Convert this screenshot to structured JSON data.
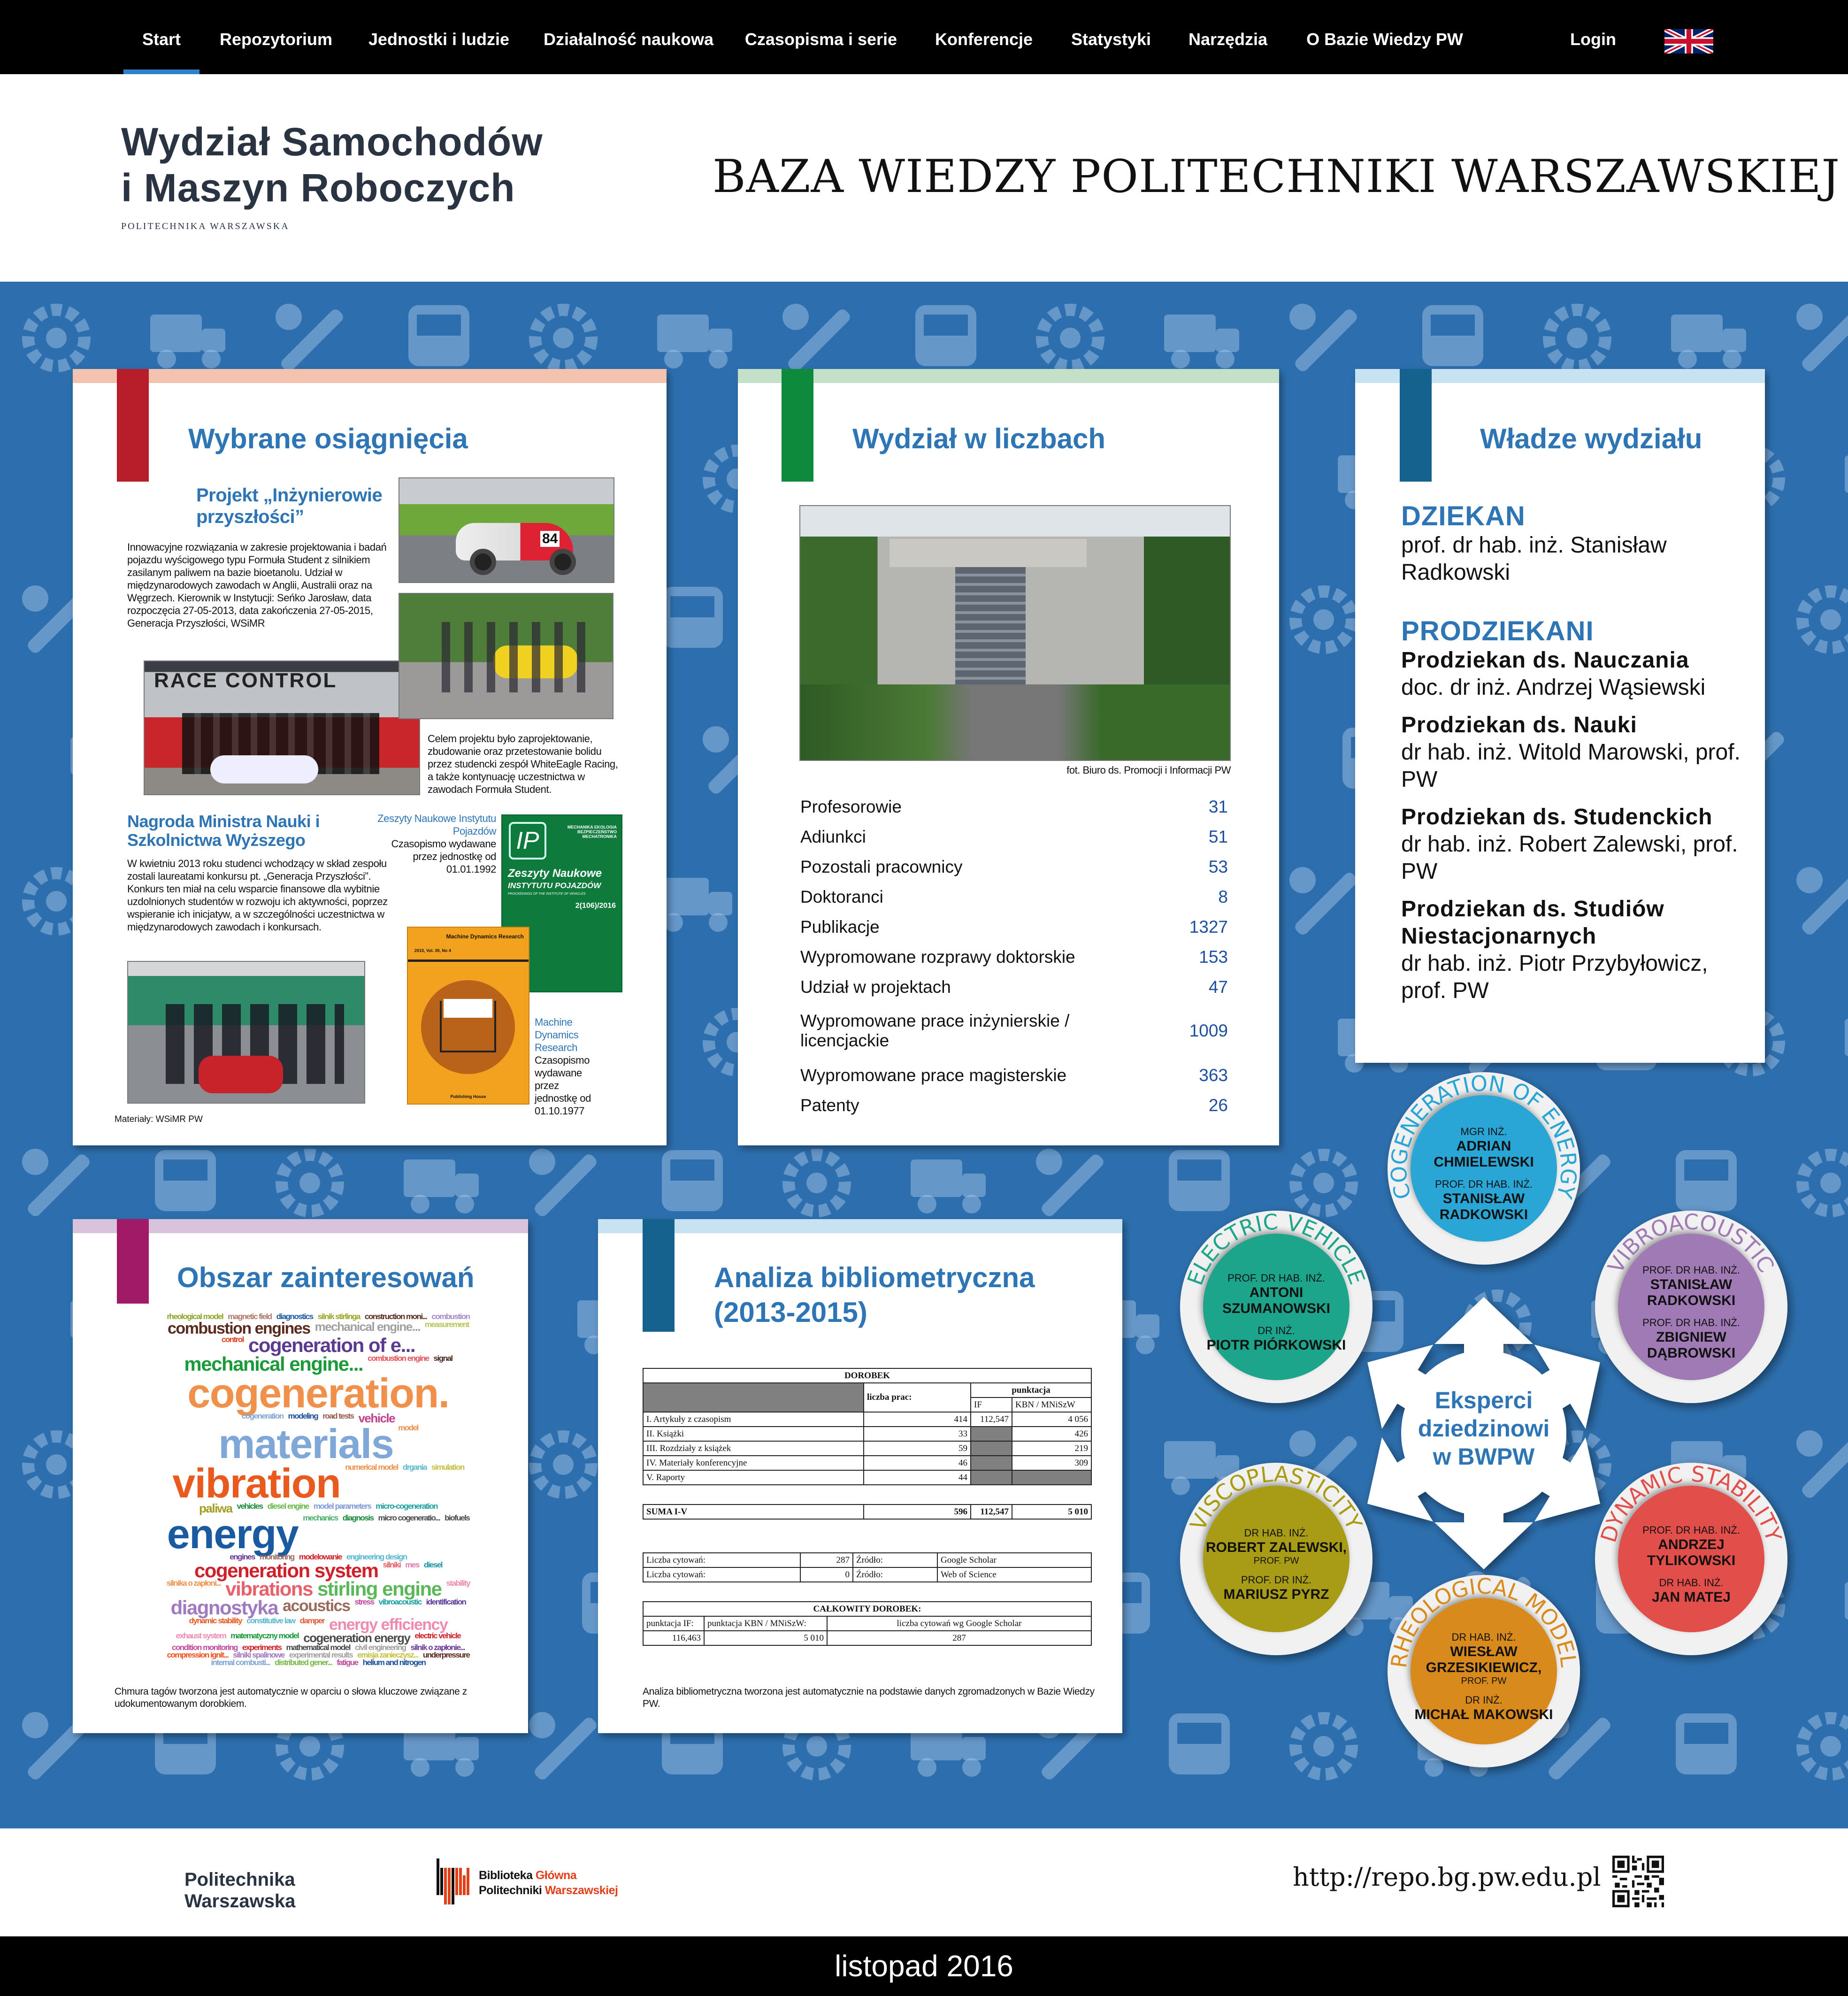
{
  "nav": {
    "items": [
      "Start",
      "Repozytorium",
      "Jednostki i ludzie",
      "Działalność naukowa",
      "Czasopisma i serie",
      "Konferencje",
      "Statystyki",
      "Narzędzia",
      "O Bazie Wiedzy PW",
      "Login"
    ],
    "active": "Start",
    "language_icon": "uk-flag-icon"
  },
  "header": {
    "logo_line1": "Wydział Samochodów",
    "logo_line2": "i Maszyn Roboczych",
    "logo_sub": "POLITECHNIKA WARSZAWSKA",
    "title": "BAZA WIEDZY POLITECHNIKI WARSZAWSKIEJ"
  },
  "achievements": {
    "title": "Wybrane osiągnięcia",
    "project_title": "Projekt „Inżynierowie przyszłości”",
    "project_text": "Innowacyjne rozwiązania w zakresie projektowania i badań pojazdu wyścigowego typu Formuła Student z silnikiem zasilanym paliwem na bazie bioetanolu. Udział w międzynarodowych zawodach w Anglii, Australii oraz na Węgrzech. Kierownik w Instytucji: Seńko Jarosław, data rozpoczęcia 27-05-2013, data zakończenia 27-05-2015, Generacja Przyszłości, WSiMR",
    "project_goal": "Celem projektu było zaprojektowanie, zbudowanie oraz przetestowanie bolidu przez studencki zespół WhiteEagle Racing, a także kontynuację uczestnictwa w zawodach Formuła Student.",
    "photo_sign": "RACE CONTROL",
    "car_number": "84",
    "award_title": "Nagroda Ministra Nauki i Szkolnictwa Wyższego",
    "award_text": "W kwietniu 2013 roku studenci wchodzący w skład zespołu zostali laureatami konkursu pt. „Generacja Przyszłości”. Konkurs ten miał na celu wsparcie finansowe dla wybitnie uzdolnionych studentów w rozwoju ich aktywności, poprzez wspieranie ich inicjatyw, a w szczególności uczestnictwa w międzynarodowych zawodach i konkursach.",
    "journal1_name": "Zeszyty Naukowe Instytutu Pojazdów",
    "journal1_text": "Czasopismo wydawane przez jednostkę od 01.01.1992",
    "journal1_cover": {
      "topics": "MECHANIKA EKOLOGIA BEZPIECZEŃSTWO MECHATRONIKA",
      "title": "Zeszyty Naukowe",
      "subtitle": "INSTYTUTU POJAZDÓW",
      "proceedings": "PROCEEDINGS OF THE INSTITUTE OF VEHICLES",
      "issue": "2(106)/2016"
    },
    "journal2_name": "Machine Dynamics Research",
    "journal2_text": "Czasopismo wydawane przez jednostkę od 01.10.1977",
    "journal2_cover": {
      "title": "Machine Dynamics Research",
      "issue": "2015, Vol. 39, No 4",
      "publisher": "Publishing House"
    },
    "credits": "Materiały: WSiMR PW",
    "color": "#b81d2a"
  },
  "stats": {
    "title": "Wydział w liczbach",
    "photo_caption": "fot. Biuro ds. Promocji i Informacji PW",
    "rows": [
      {
        "label": "Profesorowie",
        "value": "31"
      },
      {
        "label": "Adiunkci",
        "value": "51"
      },
      {
        "label": "Pozostali pracownicy",
        "value": "53"
      },
      {
        "label": "Doktoranci",
        "value": "8"
      },
      {
        "label": "Publikacje",
        "value": "1327"
      },
      {
        "label": "Wypromowane rozprawy doktorskie",
        "value": "153"
      },
      {
        "label": "Udział w projektach",
        "value": "47"
      },
      {
        "label": "Wypromowane prace inżynierskie / licencjackie",
        "value": "1009"
      },
      {
        "label": "Wypromowane prace magisterskie",
        "value": "363"
      },
      {
        "label": "Patenty",
        "value": "26"
      }
    ],
    "color": "#0e8a3c"
  },
  "authorities": {
    "title": "Władze wydziału",
    "dean_heading": "DZIEKAN",
    "dean_name": "prof. dr hab. inż. Stanisław Radkowski",
    "vice_heading": "PRODZIEKANI",
    "vice": [
      {
        "role": "Prodziekan ds. Nauczania",
        "name": "doc. dr inż. Andrzej Wąsiewski"
      },
      {
        "role": "Prodziekan ds. Nauki",
        "name": "dr hab. inż. Witold Marowski, prof. PW"
      },
      {
        "role": "Prodziekan ds. Studenckich",
        "name": "dr hab. inż. Robert Zalewski, prof. PW"
      },
      {
        "role": "Prodziekan ds. Studiów Niestacjonarnych",
        "name": "dr hab. inż. Piotr Przybyłowicz, prof. PW"
      }
    ],
    "color": "#15628f"
  },
  "interests": {
    "title": "Obszar zainteresowań",
    "caption": "Chmura tagów tworzona jest automatycznie w oparciu o słowa kluczowe związane z udokumentowanym dorobkiem.",
    "color": "#a01a68",
    "tags": [
      {
        "t": "rheological model",
        "c": "#8fa62a",
        "w": 2
      },
      {
        "t": "magnetic field",
        "c": "#b07a6a",
        "w": 2
      },
      {
        "t": "diagnostics",
        "c": "#1f5aa0",
        "w": 2
      },
      {
        "t": "silnik stirlinga",
        "c": "#9aa62a",
        "w": 2
      },
      {
        "t": "construction moni...",
        "c": "#5a2a1e",
        "w": 2
      },
      {
        "t": "combustion",
        "c": "#a78bc4",
        "w": 2
      },
      {
        "t": "combustion engines",
        "c": "#5a2a1e",
        "w": 4
      },
      {
        "t": "mechanical engine...",
        "c": "#a0a0a0",
        "w": 3
      },
      {
        "t": "measurement",
        "c": "#b8c65a",
        "w": 2
      },
      {
        "t": "control",
        "c": "#e0401e",
        "w": 2
      },
      {
        "t": "cogeneration of e...",
        "c": "#5b3a8f",
        "w": 5
      },
      {
        "t": "mechanical engine...",
        "c": "#1a9a3a",
        "w": 5
      },
      {
        "t": "combustion engine",
        "c": "#e8505a",
        "w": 2
      },
      {
        "t": "signal",
        "c": "#4a2a20",
        "w": 2
      },
      {
        "t": "cogeneration.",
        "c": "#f0904a",
        "w": 10
      },
      {
        "t": "cogeneration",
        "c": "#7fa6d4",
        "w": 2
      },
      {
        "t": "modeling",
        "c": "#1f4f9a",
        "w": 2
      },
      {
        "t": "road tests",
        "c": "#9a5a4a",
        "w": 2
      },
      {
        "t": "vehicle",
        "c": "#c0408a",
        "w": 3
      },
      {
        "t": "materials",
        "c": "#7fa8d8",
        "w": 10
      },
      {
        "t": "model",
        "c": "#f0904a",
        "w": 2
      },
      {
        "t": "vibration",
        "c": "#e85a1e",
        "w": 10
      },
      {
        "t": "numerical model",
        "c": "#f0904a",
        "w": 2
      },
      {
        "t": "drgania",
        "c": "#5ab8d0",
        "w": 2
      },
      {
        "t": "simulation",
        "c": "#c8c040",
        "w": 2
      },
      {
        "t": "paliwa",
        "c": "#a0a020",
        "w": 3
      },
      {
        "t": "vehicles",
        "c": "#1a8a3a",
        "w": 2
      },
      {
        "t": "diesel engine",
        "c": "#6ab84a",
        "w": 2
      },
      {
        "t": "model parameters",
        "c": "#7f9ad8",
        "w": 2
      },
      {
        "t": "micro-cogeneration",
        "c": "#1aa0a0",
        "w": 2
      },
      {
        "t": "energy",
        "c": "#1a5aa0",
        "w": 10
      },
      {
        "t": "mechanics",
        "c": "#4ab06a",
        "w": 2
      },
      {
        "t": "diagnosis",
        "c": "#1a8a3a",
        "w": 2
      },
      {
        "t": "micro cogeneratio...",
        "c": "#4a4a4a",
        "w": 2
      },
      {
        "t": "biofuels",
        "c": "#4a4a4a",
        "w": 2
      },
      {
        "t": "engines",
        "c": "#6a3a9a",
        "w": 2
      },
      {
        "t": "monitoring",
        "c": "#9a6a5a",
        "w": 2
      },
      {
        "t": "modelowanie",
        "c": "#d0202a",
        "w": 2
      },
      {
        "t": "engineering design",
        "c": "#5ab8d0",
        "w": 2
      },
      {
        "t": "cogeneration system",
        "c": "#d0202a",
        "w": 5
      },
      {
        "t": "silniki",
        "c": "#e85a6a",
        "w": 2
      },
      {
        "t": "mes",
        "c": "#e07ab0",
        "w": 2
      },
      {
        "t": "diesel",
        "c": "#1a9aa0",
        "w": 2
      },
      {
        "t": "silnika o zapłoni...",
        "c": "#f0904a",
        "w": 2
      },
      {
        "t": "vibrations",
        "c": "#e8606a",
        "w": 5
      },
      {
        "t": "stirling engine",
        "c": "#5ab85a",
        "w": 5
      },
      {
        "t": "stability",
        "c": "#f08ab0",
        "w": 2
      },
      {
        "t": "diagnostyka",
        "c": "#a07ac0",
        "w": 5
      },
      {
        "t": "acoustics",
        "c": "#9a6a5a",
        "w": 4
      },
      {
        "t": "stress",
        "c": "#c04aa0",
        "w": 2
      },
      {
        "t": "vibroacoustic",
        "c": "#1aa0a0",
        "w": 2
      },
      {
        "t": "identification",
        "c": "#5a3a9a",
        "w": 2
      },
      {
        "t": "dynamic stability",
        "c": "#e85a1e",
        "w": 2
      },
      {
        "t": "constitutive law",
        "c": "#5ab8d0",
        "w": 2
      },
      {
        "t": "damper",
        "c": "#e05a3a",
        "w": 2
      },
      {
        "t": "energy efficiency",
        "c": "#f08ab0",
        "w": 4
      },
      {
        "t": "exhaust system",
        "c": "#f08ab0",
        "w": 2
      },
      {
        "t": "matematyczny model",
        "c": "#1a9a3a",
        "w": 2
      },
      {
        "t": "cogeneration energy",
        "c": "#4a4a4a",
        "w": 3
      },
      {
        "t": "electric vehicle",
        "c": "#d0202a",
        "w": 2
      },
      {
        "t": "condition monitoring",
        "c": "#c04aa0",
        "w": 2
      },
      {
        "t": "experiments",
        "c": "#d0202a",
        "w": 2
      },
      {
        "t": "mathematical model",
        "c": "#4a4a4a",
        "w": 2
      },
      {
        "t": "civil engineering",
        "c": "#a0a0a0",
        "w": 2
      },
      {
        "t": "silnik o zapłonie...",
        "c": "#6a3a9a",
        "w": 2
      },
      {
        "t": "compression ignit...",
        "c": "#f0501e",
        "w": 2
      },
      {
        "t": "silniki spalinowe",
        "c": "#a07ac0",
        "w": 2
      },
      {
        "t": "experimental results",
        "c": "#a0a0a0",
        "w": 2
      },
      {
        "t": "emisja zanieczysz...",
        "c": "#c8c040",
        "w": 2
      },
      {
        "t": "underpressure",
        "c": "#5a2a1e",
        "w": 2
      },
      {
        "t": "internal combusti...",
        "c": "#7fa6d4",
        "w": 2
      },
      {
        "t": "distributed gener...",
        "c": "#7ab84a",
        "w": 2
      },
      {
        "t": "fatigue",
        "c": "#c04aa0",
        "w": 2
      },
      {
        "t": "helium and nitrogen",
        "c": "#1a4f9a",
        "w": 2
      }
    ]
  },
  "bibliometrics": {
    "title_line1": "Analiza bibliometryczna",
    "title_line2": "(2013-2015)",
    "caption": "Analiza bibliometryczna tworzona jest automatycznie na podstawie danych zgromadzonych w Bazie Wiedzy PW.",
    "color": "#15628f",
    "dorobek": {
      "heading": "DOROBEK",
      "col_count": "liczba prac:",
      "col_points": "punktacja",
      "col_if": "IF",
      "col_kbn": "KBN / MNiSzW",
      "rows": [
        {
          "label": "I. Artykuły z czasopism",
          "count": "414",
          "if": "112,547",
          "kbn": "4 056"
        },
        {
          "label": "II. Książki",
          "count": "33",
          "if": null,
          "kbn": "426"
        },
        {
          "label": "III. Rozdziały z książek",
          "count": "59",
          "if": null,
          "kbn": "219"
        },
        {
          "label": "IV. Materiały konferencyjne",
          "count": "46",
          "if": null,
          "kbn": "309"
        },
        {
          "label": "V. Raporty",
          "count": "44",
          "if": null,
          "kbn": null
        }
      ],
      "sum": {
        "label": "SUMA I-V",
        "count": "596",
        "if": "112,547",
        "kbn": "5 010"
      }
    },
    "citations": [
      {
        "label": "Liczba cytowań:",
        "value": "287",
        "source_label": "Źródło:",
        "source": "Google Scholar"
      },
      {
        "label": "Liczba cytowań:",
        "value": "0",
        "source_label": "Źródło:",
        "source": "Web of Science"
      }
    ],
    "total": {
      "heading": "CAŁKOWITY DOROBEK:",
      "col_if": "punktacja IF:",
      "col_kbn": "punktacja KBN / MNiSzW:",
      "col_cit": "liczba cytowań wg Google Scholar",
      "if": "116,463",
      "kbn": "5 010",
      "cit": "287"
    }
  },
  "experts": {
    "center": [
      "Eksperci",
      "dziedzinowi",
      "w BWPW"
    ],
    "areas": [
      {
        "label": "COGENERATION OF ENERGY",
        "color": "#2aa6d6",
        "people": [
          {
            "title": "MGR INŻ.",
            "name": "ADRIAN CHMIELEWSKI"
          },
          {
            "title": "PROF. DR HAB. INŻ.",
            "name": "STANISŁAW RADKOWSKI"
          }
        ]
      },
      {
        "label": "ELECTRIC VEHICLE",
        "color": "#1fa58a",
        "people": [
          {
            "title": "PROF. DR HAB. INŻ.",
            "name": "ANTONI SZUMANOWSKI"
          },
          {
            "title": "DR INŻ.",
            "name": "PIOTR PIÓRKOWSKI"
          }
        ]
      },
      {
        "label": "VIBROACOUSTIC",
        "color": "#a07ab4",
        "people": [
          {
            "title": "PROF. DR HAB. INŻ.",
            "name": "STANISŁAW RADKOWSKI"
          },
          {
            "title": "PROF. DR HAB. INŻ.",
            "name": "ZBIGNIEW DĄBROWSKI"
          }
        ]
      },
      {
        "label": "VISCOPLASTICITY",
        "color": "#a89c14",
        "people": [
          {
            "title": "DR HAB. INŻ.",
            "name": "ROBERT ZALEWSKI,",
            "suffix": "PROF. PW"
          },
          {
            "title": "PROF. DR INŻ.",
            "name": "MARIUSZ PYRZ"
          }
        ]
      },
      {
        "label": "DYNAMIC STABILITY",
        "color": "#e2504c",
        "people": [
          {
            "title": "PROF. DR HAB. INŻ.",
            "name": "ANDRZEJ TYLIKOWSKI"
          },
          {
            "title": "DR HAB. INŻ.",
            "name": "JAN MATEJ"
          }
        ]
      },
      {
        "label": "RHEOLOGICAL MODEL",
        "color": "#d88a1a",
        "people": [
          {
            "title": "DR HAB. INŻ.",
            "name": "WIESŁAW GRZESIKIEWICZ,",
            "suffix": "PROF. PW"
          },
          {
            "title": "DR INŻ.",
            "name": "MICHAŁ MAKOWSKI"
          }
        ]
      }
    ]
  },
  "footer": {
    "pw_logo": [
      "Politechnika",
      "Warszawska"
    ],
    "library_logo_line1a": "Biblioteka ",
    "library_logo_line1b": "Główna",
    "library_logo_line2a": "Politechniki ",
    "library_logo_line2b": "Warszawskiej",
    "url": "http://repo.bg.pw.edu.pl",
    "date": "listopad 2016"
  }
}
